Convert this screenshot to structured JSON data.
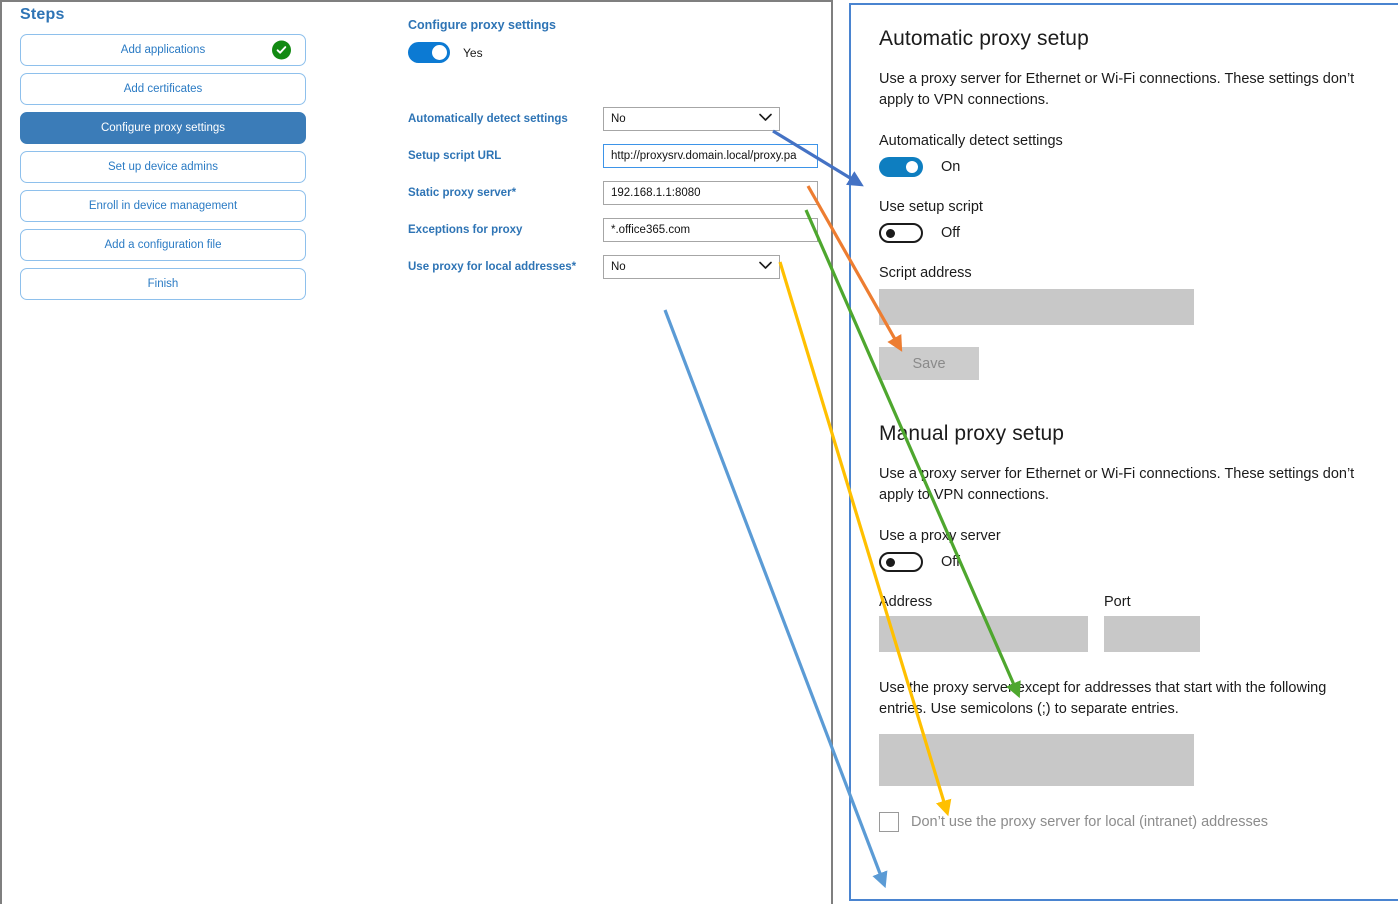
{
  "steps_panel": {
    "title": "Steps",
    "items": [
      {
        "label": "Add applications",
        "state": "complete",
        "check_icon": "check-circle-icon"
      },
      {
        "label": "Add certificates",
        "state": "default"
      },
      {
        "label": "Configure proxy settings",
        "state": "active"
      },
      {
        "label": "Set up device admins",
        "state": "default"
      },
      {
        "label": "Enroll in device management",
        "state": "default"
      },
      {
        "label": "Add a configuration file",
        "state": "default"
      },
      {
        "label": "Finish",
        "state": "default"
      }
    ]
  },
  "form": {
    "heading": "Configure proxy settings",
    "toggle": {
      "value": "Yes",
      "on": true
    },
    "fields": [
      {
        "label": "Automatically detect settings",
        "required": false,
        "type": "select",
        "value": "No",
        "icon": "chevron-down-icon"
      },
      {
        "label": "Setup script URL",
        "required": false,
        "type": "text",
        "value": "http://proxysrv.domain.local/proxy.pa",
        "focused": true
      },
      {
        "label": "Static proxy server",
        "required": true,
        "type": "text",
        "value": "192.168.1.1:8080",
        "focused": false
      },
      {
        "label": "Exceptions for proxy",
        "required": true,
        "type": "text",
        "value": "*.office365.com",
        "focused": false
      },
      {
        "label": "Use proxy for local addresses",
        "required": true,
        "type": "select",
        "value": "No",
        "icon": "chevron-down-icon"
      }
    ],
    "required_marker": "*"
  },
  "windows_settings": {
    "automatic": {
      "heading": "Automatic proxy setup",
      "description": "Use a proxy server for Ethernet or Wi-Fi connections. These settings don’t apply to VPN connections.",
      "auto_detect_label": "Automatically detect settings",
      "auto_detect_state": "On",
      "setup_script_label": "Use setup script",
      "setup_script_state": "Off",
      "script_address_label": "Script address",
      "script_address_value": "",
      "save_label": "Save"
    },
    "manual": {
      "heading": "Manual proxy setup",
      "description": "Use a proxy server for Ethernet or Wi-Fi connections. These settings don’t apply to VPN connections.",
      "use_proxy_label": "Use a proxy server",
      "use_proxy_state": "Off",
      "address_label": "Address",
      "address_value": "",
      "port_label": "Port",
      "port_value": "",
      "exceptions_description": "Use the proxy server except for addresses that start with the following entries. Use semicolons (;) to separate entries.",
      "exceptions_value": "",
      "local_addresses_label": "Don’t use the proxy server for local (intranet) addresses",
      "local_addresses_checked": false
    }
  },
  "annotations": {
    "colors": {
      "auto_detect": "#4472c4",
      "setup_script": "#ed7d31",
      "static_proxy": "#4ea72e",
      "exceptions": "#ffc000",
      "local_addresses": "#5b9bd5"
    },
    "mappings": [
      {
        "from": "Automatically detect settings",
        "to": "Automatically detect settings toggle",
        "color": "#4472c4"
      },
      {
        "from": "Setup script URL",
        "to": "Script address",
        "color": "#ed7d31"
      },
      {
        "from": "Static proxy server",
        "to": "Address",
        "color": "#4ea72e"
      },
      {
        "from": "Exceptions for proxy",
        "to": "Exceptions text box",
        "color": "#ffc000"
      },
      {
        "from": "Use proxy for local addresses",
        "to": "Don’t use the proxy server for local (intranet) addresses",
        "color": "#5b9bd5"
      }
    ]
  }
}
